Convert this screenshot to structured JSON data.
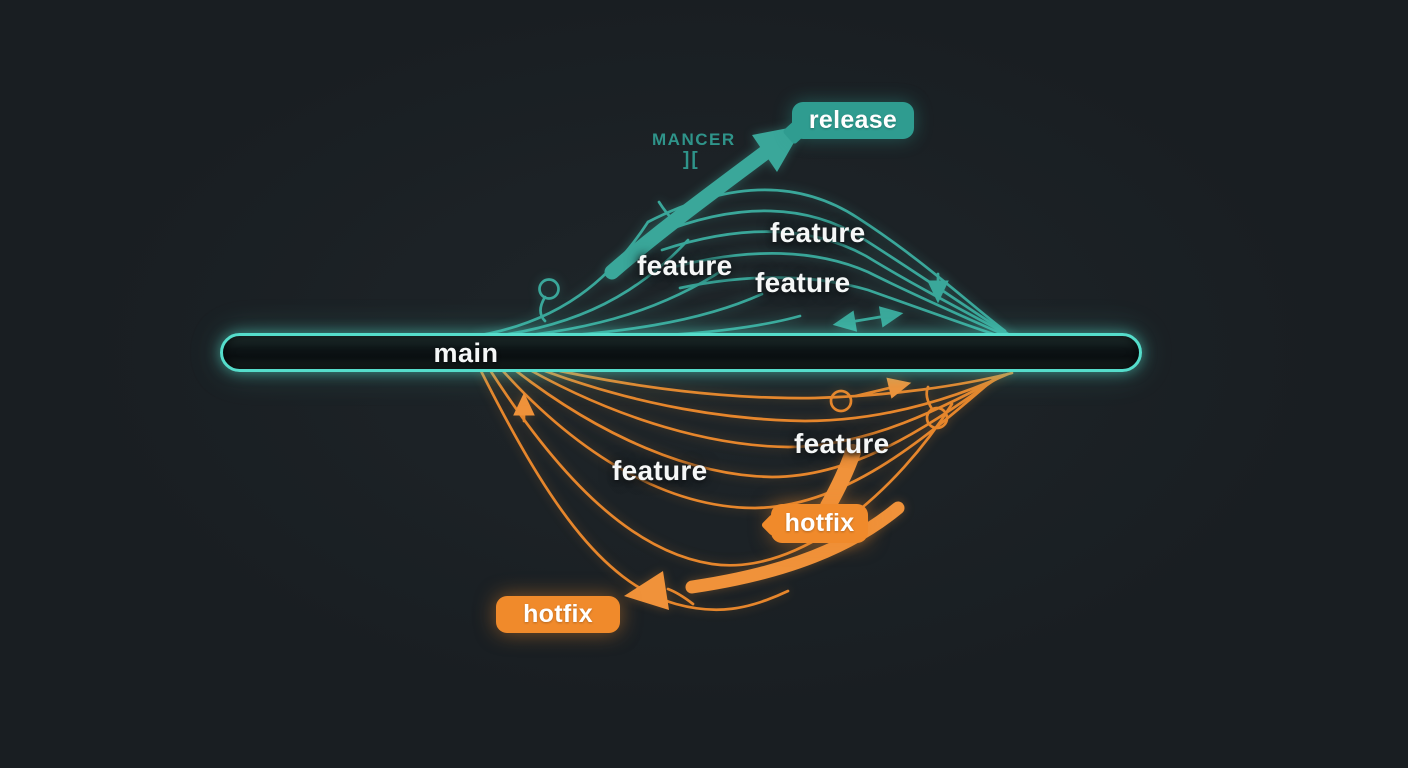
{
  "colors": {
    "background": "#191e22",
    "teal": "#3aa79a",
    "teal_bright": "#55ddcb",
    "badge_teal": "#2f9c90",
    "orange": "#e6862c",
    "orange_bright": "#f0923a",
    "badge_orange": "#f08a2b",
    "label_white": "#f5f7f7",
    "watermark_teal": "#2f948a"
  },
  "main_branch": {
    "label": "main"
  },
  "release_badge": {
    "label": "release"
  },
  "watermark": {
    "text": "MANCER",
    "glyph": "]["
  },
  "top_branches": {
    "labels": [
      "feature",
      "feature",
      "feature"
    ]
  },
  "bottom_branches": {
    "labels": [
      "feature",
      "feature"
    ],
    "hotfix_upper": "hotfix",
    "hotfix_lower": "hotfix"
  }
}
